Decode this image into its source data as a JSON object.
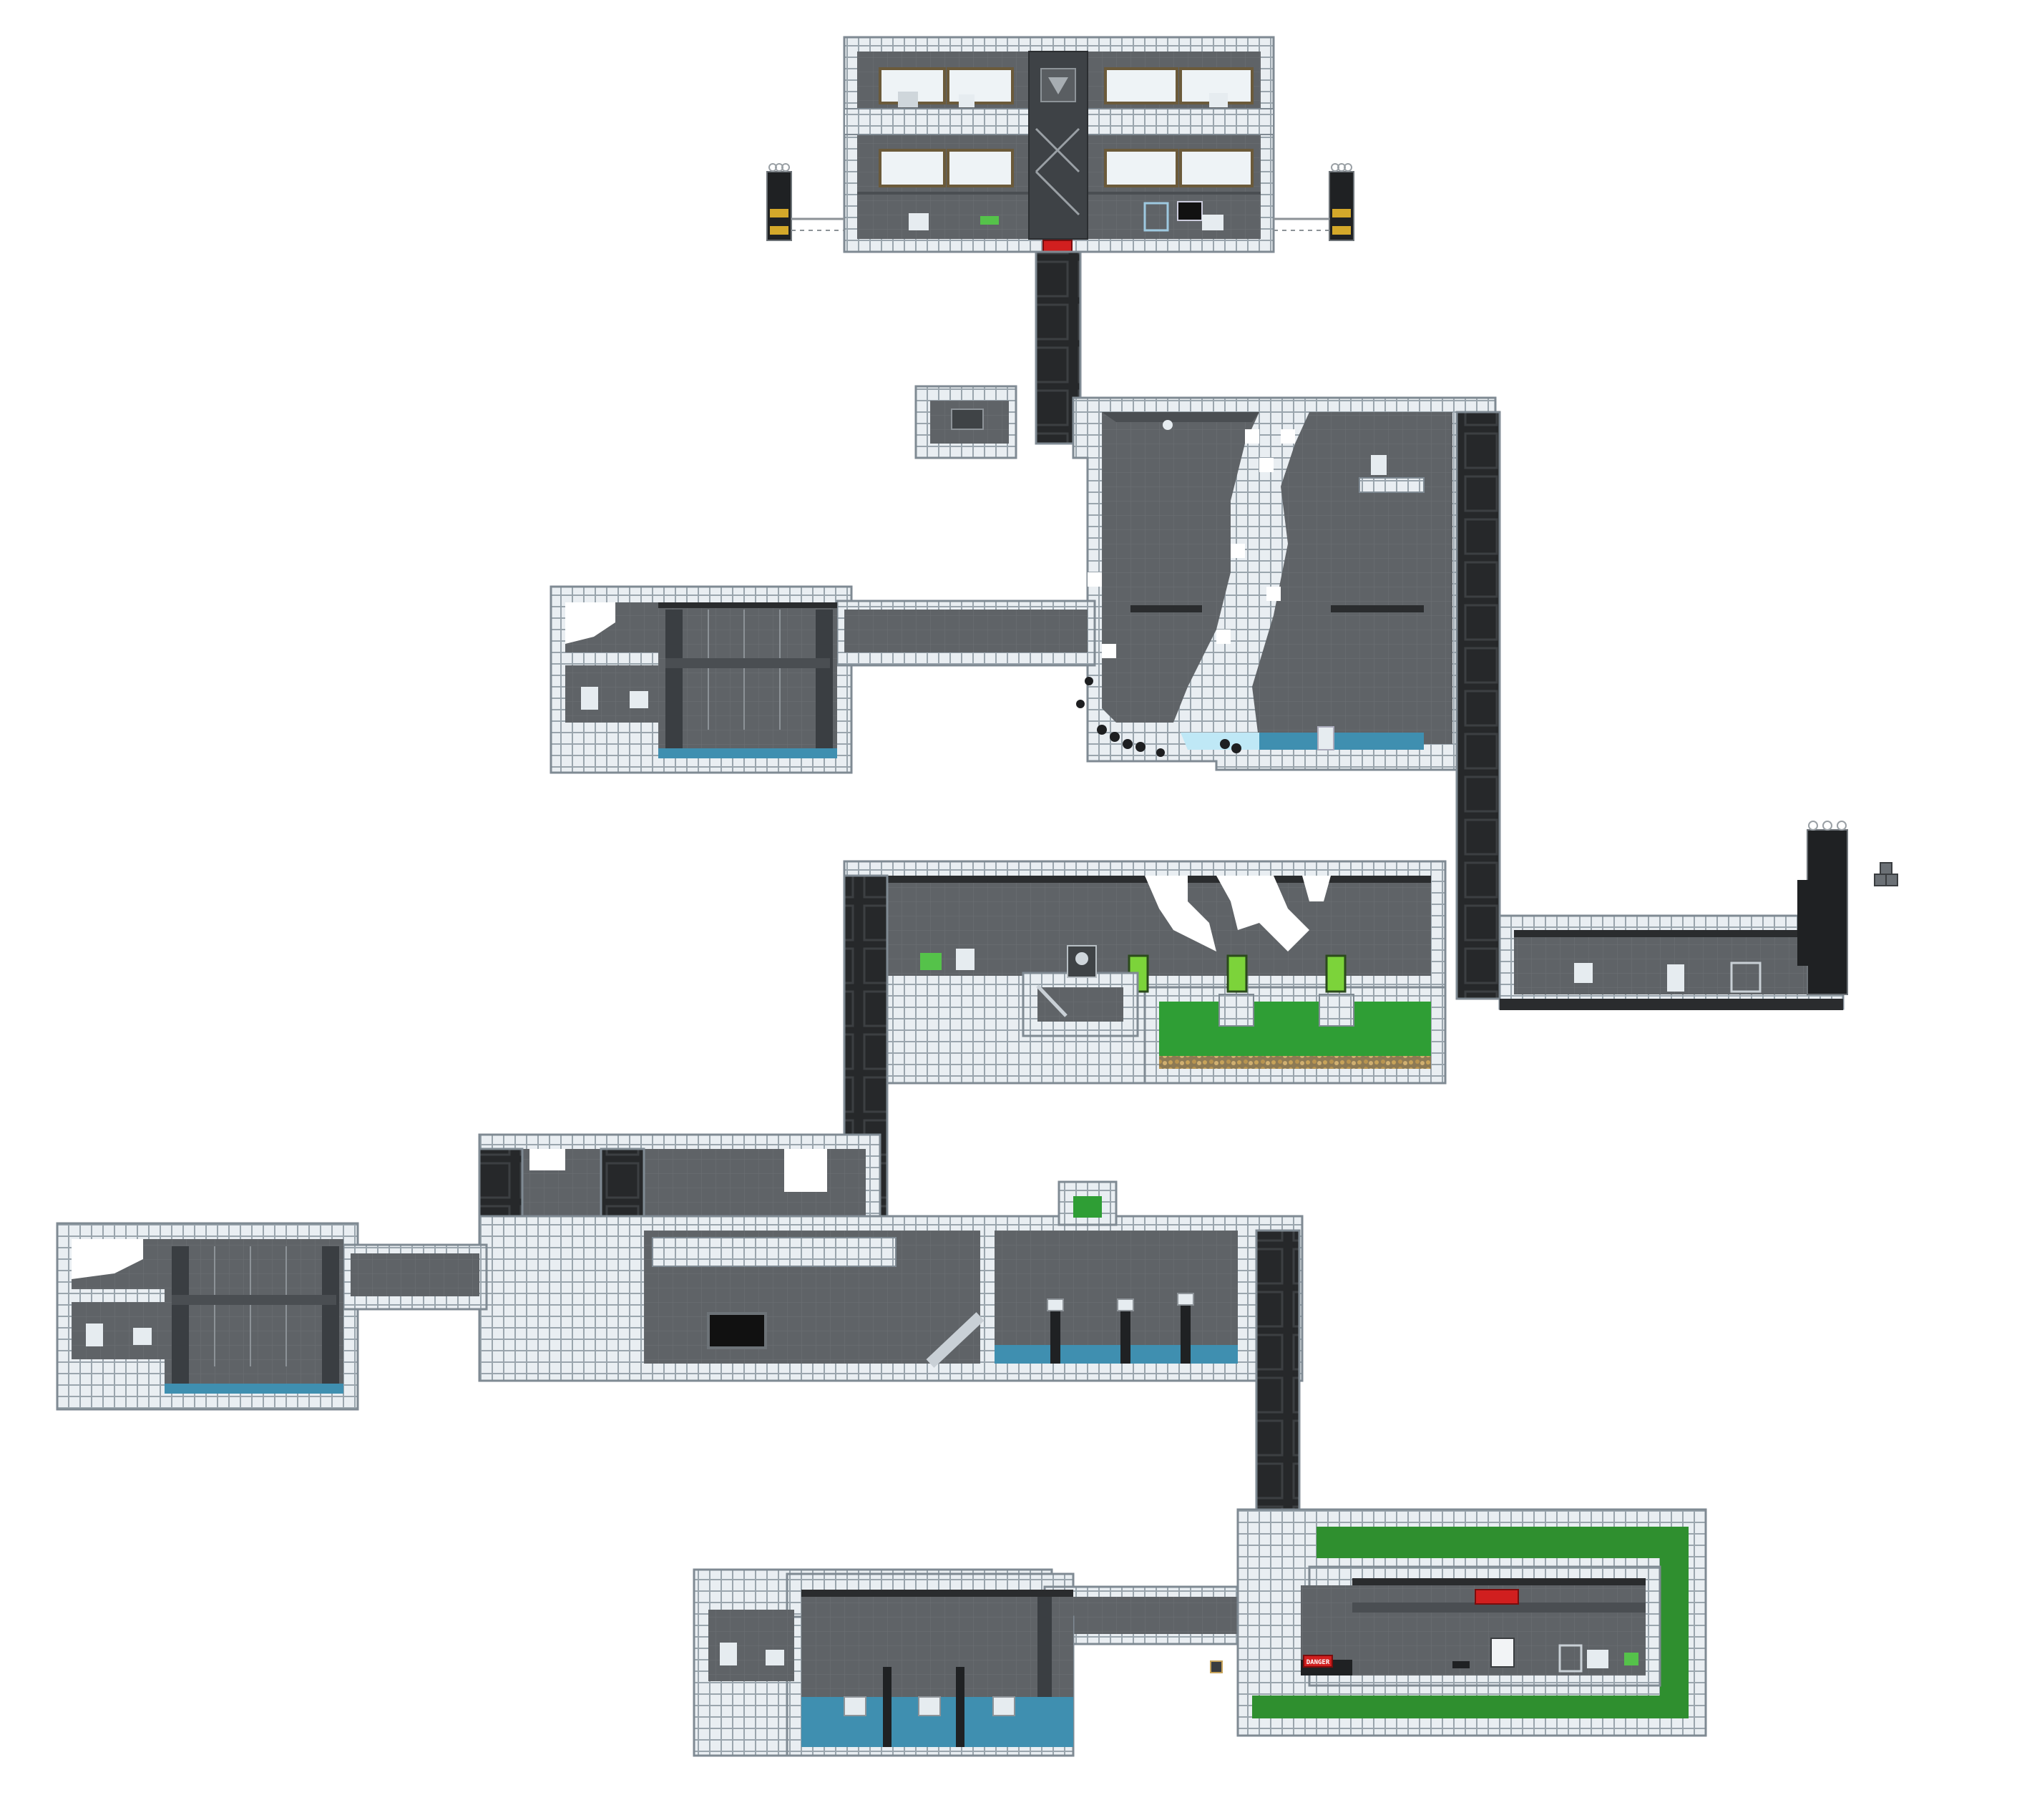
{
  "map": {
    "name": "",
    "palette": {
      "background": "#ffffff",
      "wall_outer": "#c9d0d6",
      "wall_tile": "#e9eef2",
      "wall_outline": "#7f8a93",
      "room_fill": "#5f6367",
      "room_dark": "#4a4e52",
      "room_grid": "#6e7276",
      "shaft_fill": "#26282a",
      "shaft_rung": "#3c3f42",
      "water": "#3f8fb0",
      "acid": "#2f9e35",
      "acid_dark": "#1f7f26",
      "green_frame": "#2f8f2f",
      "ice": "#bfe8f6",
      "sign_red": "#d11f1f",
      "gold": "#c7a35a",
      "glass": "#eef3f6",
      "window_frame": "#6b5a3a"
    },
    "signs": [
      {
        "id": "sign-entrance-keycard",
        "text": ""
      },
      {
        "id": "sign-danger",
        "text": "DANGER"
      },
      {
        "id": "sign-lab-warning",
        "text": ""
      },
      {
        "id": "sign-no-entry",
        "text": ""
      }
    ]
  }
}
